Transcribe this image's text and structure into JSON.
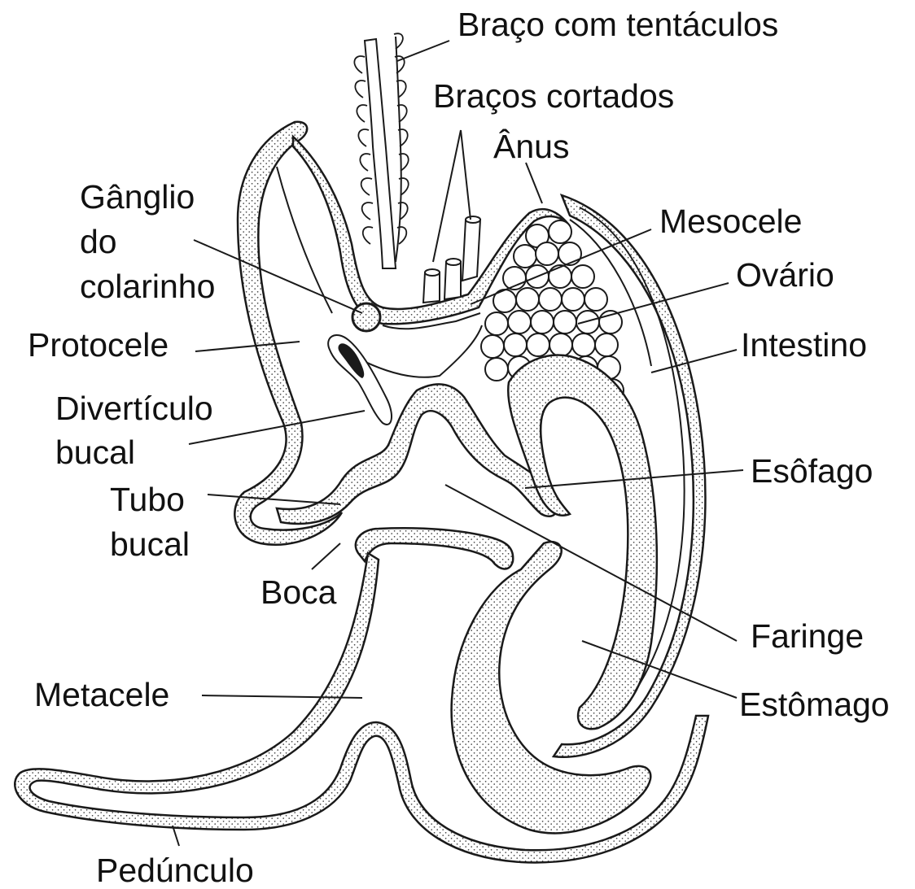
{
  "labels": {
    "braco_com_tentaculos": "Braço com tentáculos",
    "bracos_cortados": "Braços cortados",
    "anus": "Ânus",
    "ganglio_line1": "Gânglio",
    "ganglio_line2": "do",
    "ganglio_line3": "colarinho",
    "mesocele": "Mesocele",
    "ovario": "Ovário",
    "protocele": "Protocele",
    "intestino": "Intestino",
    "diverticulo_line1": "Divertículo",
    "diverticulo_line2": "bucal",
    "esofago": "Esôfago",
    "tubo_line1": "Tubo",
    "tubo_line2": "bucal",
    "boca": "Boca",
    "faringe": "Faringe",
    "metacele": "Metacele",
    "estomago": "Estômago",
    "pedunculo": "Pedúnculo"
  },
  "colors": {
    "ink": "#1a1a1a",
    "stipple": "#3a3a3a",
    "paper": "#ffffff"
  }
}
